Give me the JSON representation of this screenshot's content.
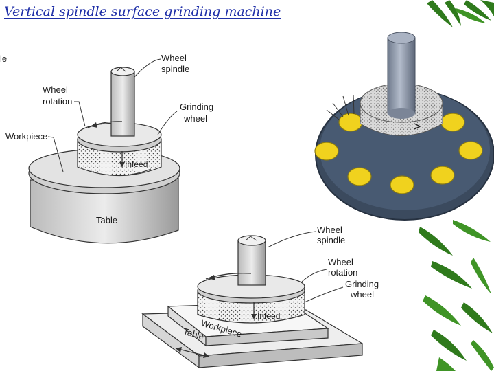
{
  "slide": {
    "title": "Vertical spindle surface grinding machine",
    "edge_label": "le"
  },
  "figure_a": {
    "wheel_spindle": [
      "Wheel",
      "spindle"
    ],
    "wheel_rotation": [
      "Wheel",
      "rotation"
    ],
    "grinding_wheel": [
      "Grinding",
      "wheel"
    ],
    "workpiece": "Workpiece",
    "infeed": "Infeed",
    "table": "Table"
  },
  "figure_c": {
    "wheel_spindle": [
      "Wheel",
      "spindle"
    ],
    "wheel_rotation": [
      "Wheel",
      "rotation"
    ],
    "grinding_wheel": [
      "Grinding",
      "wheel"
    ],
    "infeed": "Infeed",
    "workpiece": "Workpiece",
    "table": "Table"
  },
  "colors": {
    "title": "#1f2fa8",
    "rotary_table": "#3b4a5e",
    "workpieces": "#f0d21e",
    "spindle_photo": "#8c96a6",
    "leaves": "#2f7a1c"
  }
}
